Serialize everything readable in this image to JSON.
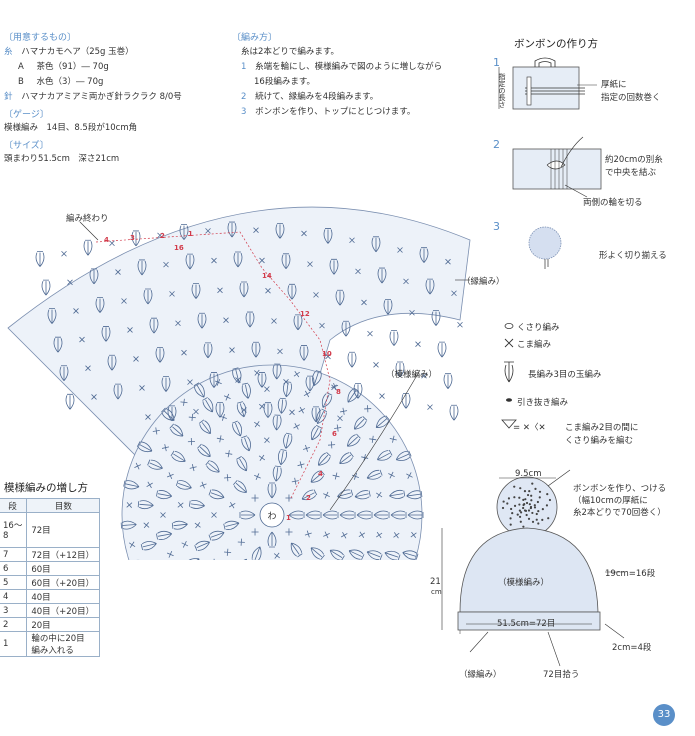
{
  "materials": {
    "heading": "〔用意するもの〕",
    "yarn_label": "糸",
    "yarn_name": "ハマナカモヘア（25g 玉巻）",
    "yarn_a_letter": "A",
    "yarn_a": "茶色（91）― 70g",
    "yarn_b_letter": "B",
    "yarn_b": "水色（3）― 70g",
    "needle_label": "針",
    "needle": "ハマナカアミアミ両かぎ針ラクラク 8/0号"
  },
  "gauge": {
    "heading": "〔ゲージ〕",
    "text": "模様編み　14目、8.5段が10cm角"
  },
  "size": {
    "heading": "〔サイズ〕",
    "text": "頭まわり51.5cm　深さ21cm"
  },
  "method": {
    "heading": "〔編み方〕",
    "intro": "糸は2本どりで編みます。",
    "steps": [
      {
        "n": "1",
        "line1": "糸端を輪にし、模様編みで図のように増しながら",
        "line2": "16段編みます。"
      },
      {
        "n": "2",
        "line1": "続けて、縁編みを4段編みます。"
      },
      {
        "n": "3",
        "line1": "ボンボンを作り、トップにとじつけます。"
      }
    ]
  },
  "pompom": {
    "title": "ボンボンの作り方",
    "step1_no": "1",
    "step1_dim": "指定の長さ",
    "step1_text1": "厚紙に",
    "step1_text2": "指定の回数巻く",
    "step2_no": "2",
    "step2_text1": "約20cmの別糸",
    "step2_text2": "で中央を結ぶ",
    "step2_cut": "両側の輪を切る",
    "step3_no": "3",
    "step3_text": "形よく切り揃える"
  },
  "legend": {
    "chain": "くさり編み",
    "single": "こま編み",
    "puff": "長編み3目の玉編み",
    "slip": "引き抜き編み",
    "combo": "こま編み2目の間に",
    "combo2": "くさり編みを編む"
  },
  "chart": {
    "end_label": "編み終わり",
    "edge_label": "（縁編み）",
    "pattern_label": "（模様編み）",
    "center": "わ",
    "row_numbers": [
      "16",
      "14",
      "12",
      "10",
      "8",
      "6",
      "4",
      "2",
      "1"
    ],
    "edge_rows": [
      "4",
      "3",
      "2",
      "1"
    ]
  },
  "increase_table": {
    "title": "模様編みの増し方",
    "col_row": "段",
    "col_count": "目数",
    "rows": [
      {
        "row": "16〜8",
        "count": "72目"
      },
      {
        "row": "7",
        "count": "72目（+12目）"
      },
      {
        "row": "6",
        "count": "60目"
      },
      {
        "row": "5",
        "count": "60目（+20目）"
      },
      {
        "row": "4",
        "count": "40目"
      },
      {
        "row": "3",
        "count": "40目（+20目）"
      },
      {
        "row": "2",
        "count": "20目"
      },
      {
        "row": "1",
        "count": "輪の中に20目 編み入れる"
      }
    ]
  },
  "hat": {
    "pompom_size": "9.5cm",
    "pompom_note1": "ボンボンを作り、つける",
    "pompom_note2": "（幅10cmの厚紙に",
    "pompom_note3": "糸2本どりで70回巻く）",
    "height": "21",
    "height_unit": "cm",
    "body_label": "（模様編み）",
    "side_label": "19cm=16段",
    "circ_label": "51.5cm=72目",
    "brim_h": "2cm=4段",
    "brim_label": "（縁編み）",
    "stitches": "72目拾う"
  },
  "page_number": "33"
}
